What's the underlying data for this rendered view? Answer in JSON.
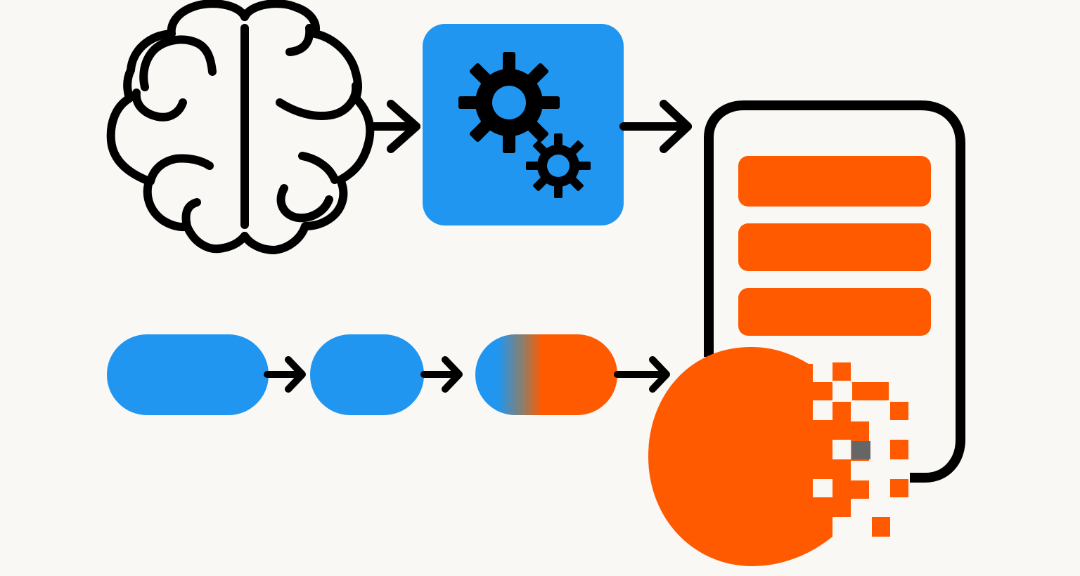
{
  "colors": {
    "background": "#faf8f5",
    "ink": "#000000",
    "blue": "#2196f0",
    "orange": "#ff5a00",
    "gray": "#666666"
  },
  "icons": {
    "brain": "brain-icon",
    "gears": "gears-icon",
    "document": "document-icon",
    "data": "dissolving-circle-icon"
  },
  "pipeline": {
    "stages": [
      {
        "name": "blue-pill",
        "fill": "blue"
      },
      {
        "name": "blue-pill-short",
        "fill": "blue"
      },
      {
        "name": "blue-orange-pill",
        "fill": "gradient"
      }
    ]
  },
  "document_rows": 3
}
